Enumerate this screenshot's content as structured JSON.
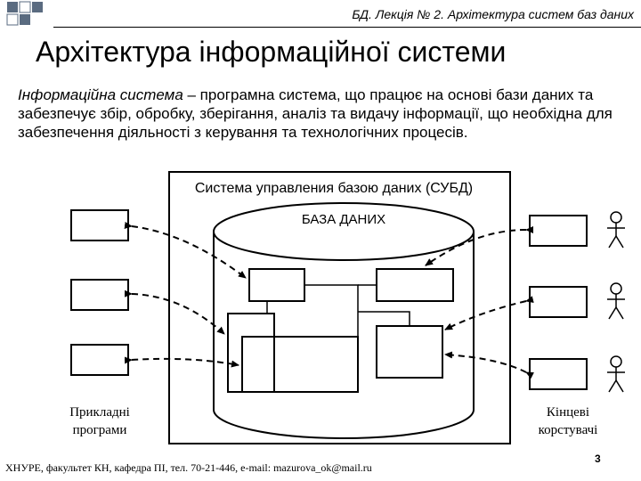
{
  "header": {
    "text": "БД. Лекція № 2. Архітектура систем баз даних"
  },
  "title": "Архітектура інформаційної системи",
  "definition": {
    "term": "Інформаційна система",
    "rest": " – програмна система, що працює на основі бази даних та забезпечує збір, обробку, зберігання, аналіз та видачу інформації, що необхідна для забезпечення діяльності з керування та технологічних процесів."
  },
  "diagram": {
    "dbms_label": "Система управления базою даних (СУБД)",
    "db_label": "БАЗА ДАНИХ",
    "apps_label": [
      "Прикладні",
      "програми"
    ],
    "users_label": [
      "Кінцеві",
      "корстувачі"
    ]
  },
  "footer": {
    "text": "ХНУРЕ, факультет КН, кафедра ПІ, тел. 70-21-446, e-mail: mazurova_ok@mail.ru",
    "page": "3"
  },
  "colors": {
    "line": "#000000",
    "header_square": "#5a6b80"
  }
}
